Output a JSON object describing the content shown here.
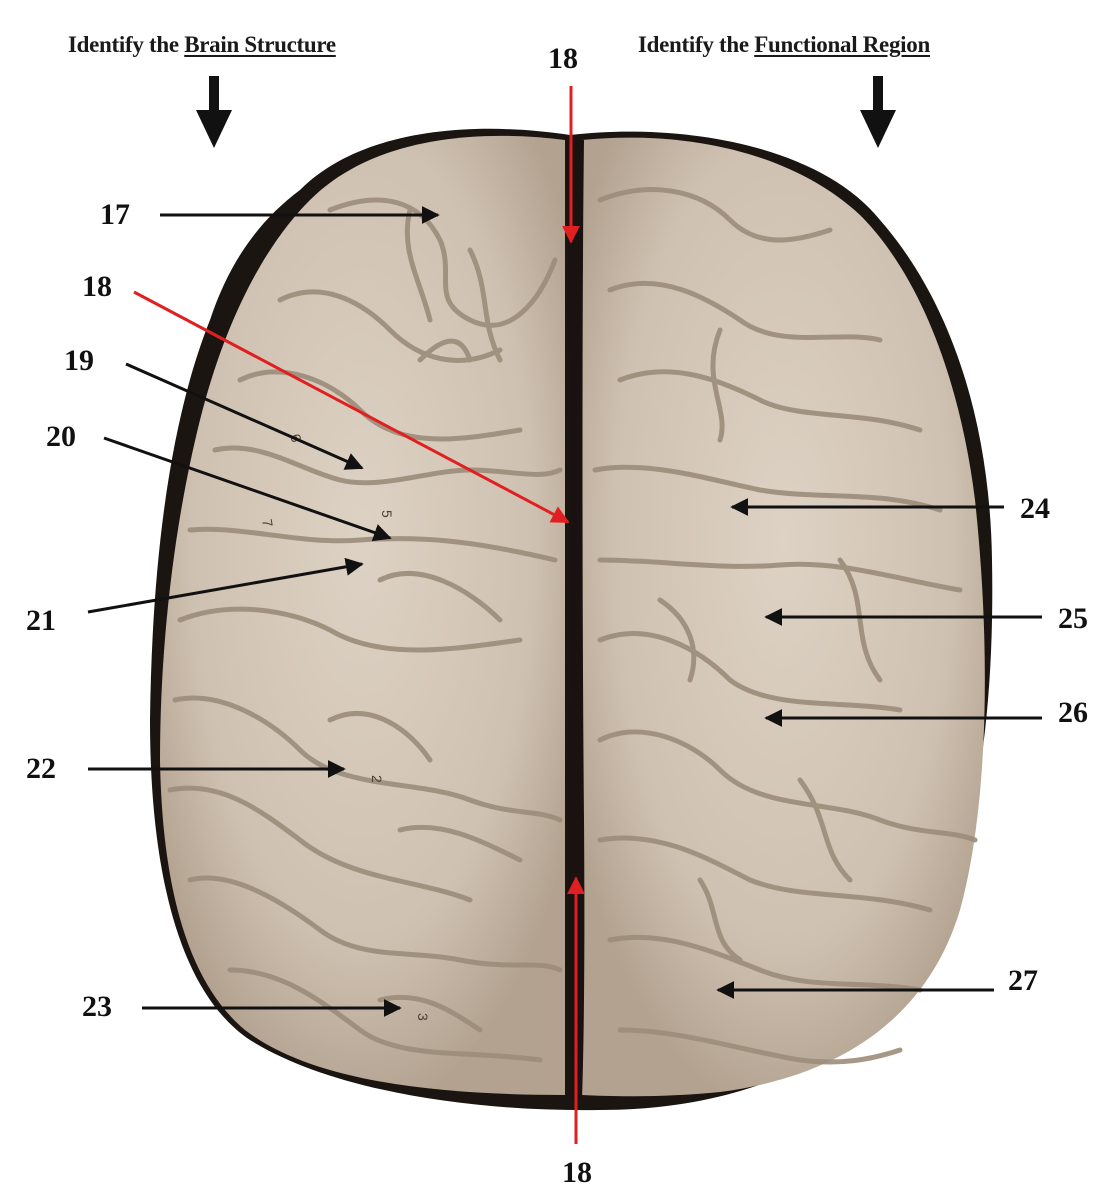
{
  "headers": {
    "left_prefix": "Identify the ",
    "left_emphasis": "Brain Structure",
    "right_prefix": "Identify the ",
    "right_emphasis": "Functional Region"
  },
  "labels": {
    "l17": "17",
    "l18_top": "18",
    "l18_left": "18",
    "l18_bottom": "18",
    "l19": "19",
    "l20": "20",
    "l21": "21",
    "l22": "22",
    "l23": "23",
    "l24": "24",
    "l25": "25",
    "l26": "26",
    "l27": "27"
  },
  "model_marks": {
    "m2": "2",
    "m3": "3",
    "m5": "5",
    "m6": "6",
    "m7": "7"
  },
  "colors": {
    "brain_base": "#cdbfaf",
    "brain_light": "#ddd2c4",
    "sulcus": "#9c8c7a",
    "fissure": "#1a1210",
    "red_pointer": "#e02020",
    "black_pointer": "#111111"
  }
}
